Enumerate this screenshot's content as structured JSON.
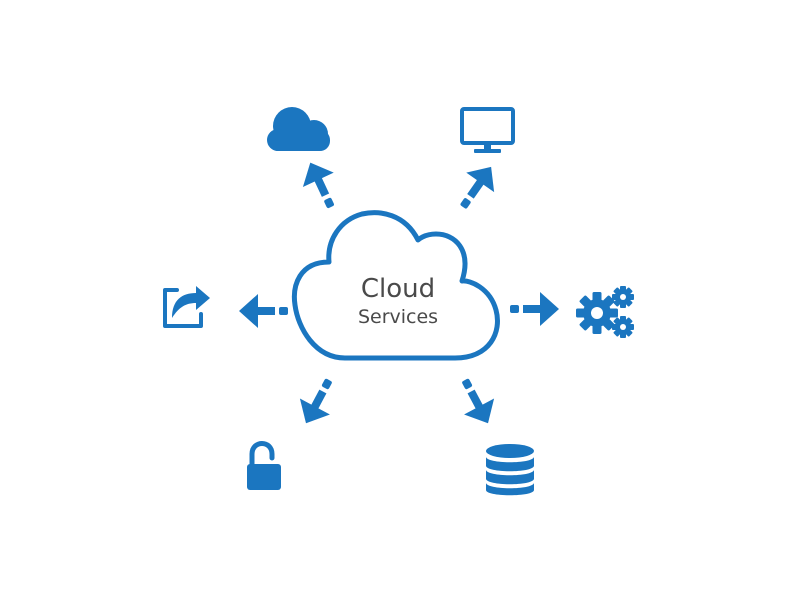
{
  "center": {
    "title": "Cloud",
    "subtitle": "Services"
  },
  "colors": {
    "accent": "#1b76c0",
    "text": "#4a4a4a",
    "background": "#ffffff"
  },
  "nodes": [
    {
      "id": "top-left",
      "icon": "cloud-icon"
    },
    {
      "id": "top-right",
      "icon": "monitor-icon"
    },
    {
      "id": "left",
      "icon": "share-icon"
    },
    {
      "id": "right",
      "icon": "gears-icon"
    },
    {
      "id": "bottom-left",
      "icon": "unlock-icon"
    },
    {
      "id": "bottom-right",
      "icon": "database-icon"
    }
  ]
}
